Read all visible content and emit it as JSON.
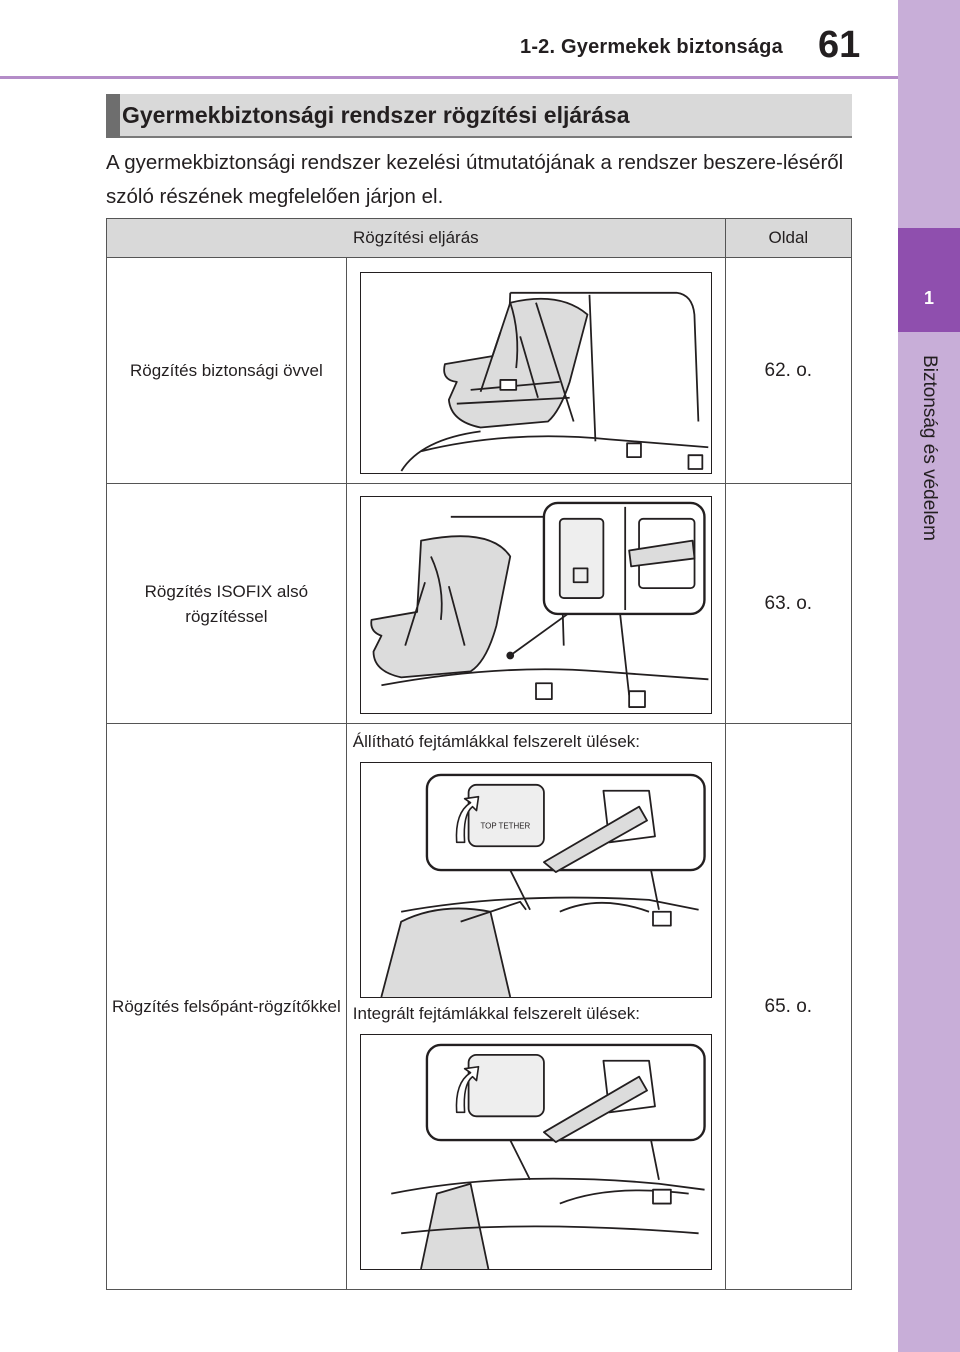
{
  "header": {
    "section": "1-2. Gyermekek biztonsága",
    "page_number": "61"
  },
  "side_tab": {
    "chapter_number": "1",
    "chapter_title": "Biztonság és védelem"
  },
  "heading": "Gyermekbiztonsági rendszer rögzítési eljárása",
  "intro": "A gyermekbiztonsági rendszer kezelési útmutatójának a rendszer beszere-léséről szóló részének megfelelően járjon el.",
  "table": {
    "headers": [
      "Rögzítési eljárás",
      "Oldal"
    ],
    "rows": [
      {
        "label": "Rögzítés biztonsági övvel",
        "page": "62. o."
      },
      {
        "label": "Rögzítés ISOFIX alsó rögzítéssel",
        "page": "63. o."
      },
      {
        "label": "Rögzítés felsőpánt-rögzítőkkel",
        "page": "65. o.",
        "caption_top": "Állítható fejtámlákkal felszerelt ülések:",
        "caption_bottom": "Integrált fejtámlákkal felszerelt ülések:",
        "badge_text": "TOP TETHER"
      }
    ]
  },
  "colors": {
    "accent": "#8f4fae",
    "tab": "#c8aed8",
    "rule": "#b48cc8",
    "heading_bg": "#d9d9d9"
  }
}
